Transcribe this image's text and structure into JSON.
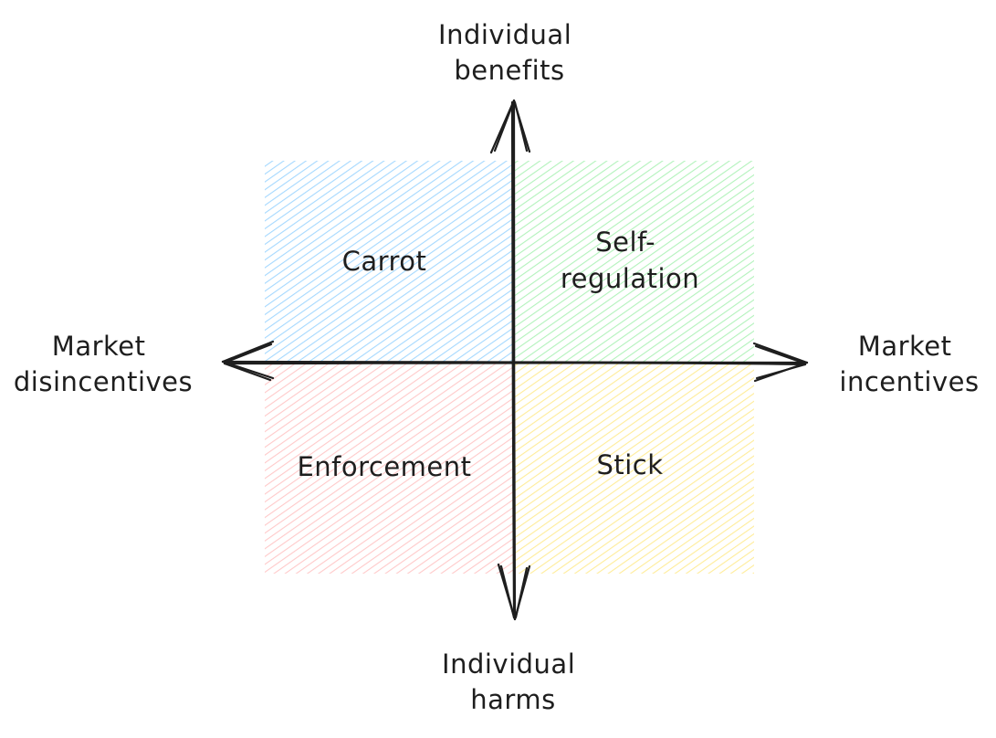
{
  "diagram": {
    "axes": {
      "top": [
        "Individual",
        "benefits"
      ],
      "bottom": [
        "Individual",
        "harms"
      ],
      "left": [
        "Market",
        "disincentives"
      ],
      "right": [
        "Market",
        "incentives"
      ]
    },
    "quadrants": {
      "top_left": {
        "lines": [
          "Carrot"
        ],
        "color": "#a5d8ff"
      },
      "top_right": {
        "lines": [
          "Self-",
          "regulation"
        ],
        "color": "#b2f2bb"
      },
      "bottom_left": {
        "lines": [
          "Enforcement"
        ],
        "color": "#ffc9c9"
      },
      "bottom_right": {
        "lines": [
          "Stick"
        ],
        "color": "#ffec99"
      }
    },
    "stroke_color": "#1e1e1e"
  }
}
